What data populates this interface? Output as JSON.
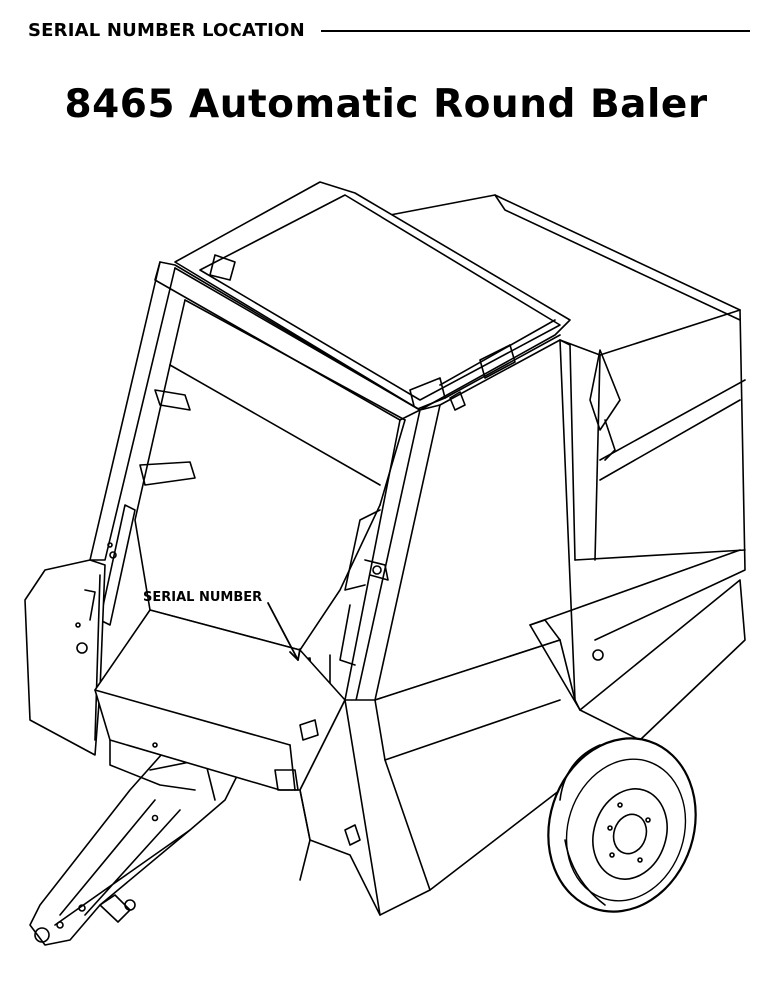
{
  "header": {
    "section_label": "SERIAL NUMBER LOCATION"
  },
  "title": "8465 Automatic Round Baler",
  "illustration": {
    "subject": "round-baler-line-drawing",
    "callout": "SERIAL NUMBER"
  },
  "colors": {
    "ink": "#000000",
    "paper": "#ffffff"
  }
}
